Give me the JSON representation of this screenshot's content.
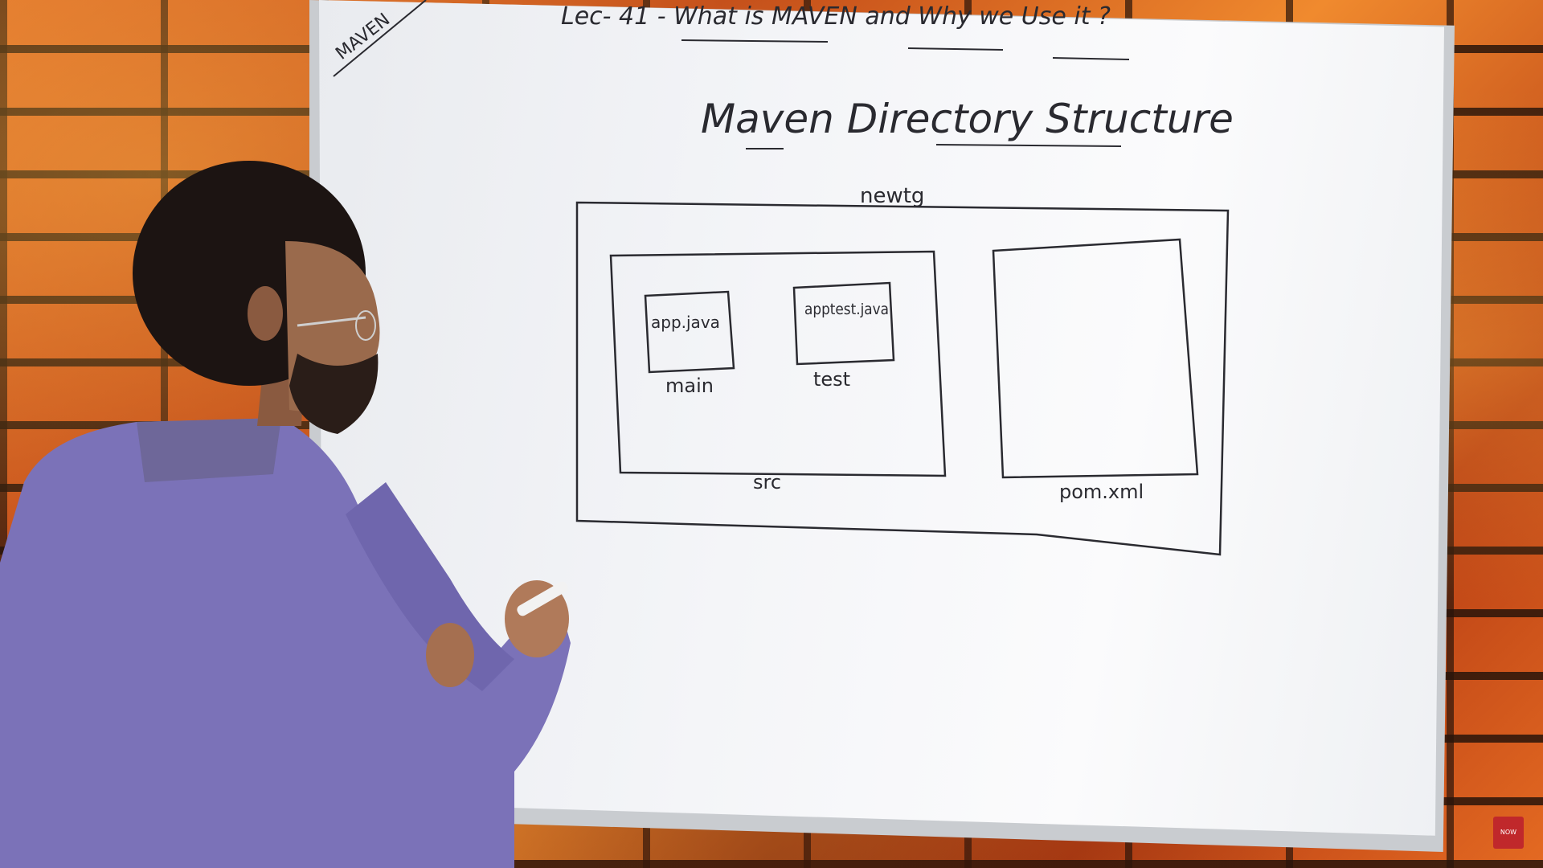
{
  "board": {
    "corner_tag": "MAVEN",
    "lecture": "Lec- 41 - What is MAVEN and Why we Use it ?",
    "heading": "Maven Directory Structure"
  },
  "diagram": {
    "project_label": "newtg",
    "src_label": "src",
    "main_label": "main",
    "main_file": "app.java",
    "test_label": "test",
    "test_file": "apptest.java",
    "pom_label": "pom.xml"
  },
  "overlay": {
    "subscribe_badge": "NOW"
  },
  "colors": {
    "marker": "#2a2a30",
    "shirt": "#7b72b8",
    "brick": "#d85a1e"
  }
}
